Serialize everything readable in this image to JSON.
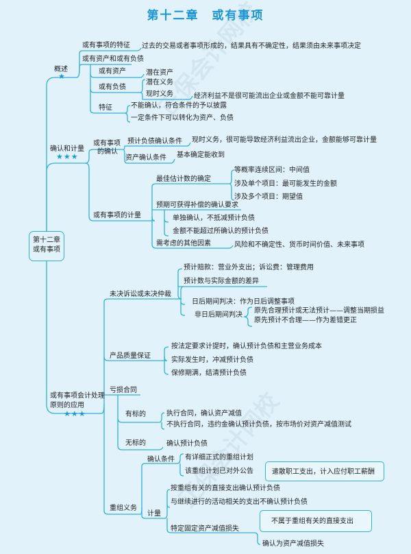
{
  "title": "第十二章　或有事项",
  "center_node": [
    "第十二章",
    "或有事项"
  ],
  "watermark": "正保会计网校 www.chinaacc.com",
  "overview": {
    "label": "概述",
    "stars": "★",
    "feature_label": "或有事项的特征",
    "feature_text": "过去的交易或者事项形成的，结果具有不确定性，结果须由未来事项决定",
    "ca_cl_label": "或有资产和或有负债",
    "ca_label": "或有资产",
    "ca_text": "潜在资产",
    "cl_label": "或有负债",
    "cl_potential": "潜在义务",
    "cl_present": "现时义务",
    "cl_present_text": "经济利益不是很可能流出企业或金额不能可靠计量",
    "trait_label": "特征",
    "trait_1": "不能确认，符合条件的予以披露",
    "trait_2": "一定条件下可以转化为资产、负债"
  },
  "recognition": {
    "label": "确认和计量",
    "stars": "★★★",
    "rec_label_1": "或有事项",
    "rec_label_2": "的确认",
    "liab_cond": "预计负债确认条件",
    "liab_cond_text": "现时义务，很可能导致经济利益流出企业，金额能够可靠计量",
    "asset_cond": "资产确认条件",
    "asset_cond_text": "基本确定能收到",
    "meas_label": "或有事项的计量",
    "best_est": "最佳估计数的确定",
    "best_1": "等概率连续区间：中间值",
    "best_2": "涉及单个项目：最可能发生的金额",
    "best_3": "涉及多个项目：期望值",
    "comp": "预期可获得补偿的确认要求",
    "comp_1": "单独确认，不抵减预计负债",
    "comp_2": "金额不能超过所确认的预计负债",
    "other": "需考虑的其他因素",
    "other_text": "风险和不确定性、货币时间价值、未来事项"
  },
  "application": {
    "label_1": "或有事项会计处理",
    "label_2": "原则的应用",
    "stars": "★★★",
    "lit": "未决诉讼或未决仲裁",
    "lit_1": "预计赔款：营业外支出；诉讼费：管理费用",
    "lit_2": "预计数与实际金额的差异",
    "lit_3": "日后期间判决：作为日后调整事项",
    "lit_4": "非日后期间判决",
    "lit_4a": "原先合理预计或无法预计——调整当期损益",
    "lit_4b": "原先预计不合理——作为差错更正",
    "warranty": "产品质量保证",
    "war_1": "按法定要求计提时，确认预计负债和主营业务成本",
    "war_2": "实际发生时，冲减预计负债",
    "war_3": "保修期满，结清预计负债",
    "onerous": "亏损合同",
    "with_subject": "有标的",
    "ws_1": "执行合同，确认资产减值",
    "ws_2": "不执行合同，违约金确认预计负债，按市场价对资产减值测试",
    "no_subject": "无标的",
    "ns_1": "确认预计负债",
    "restructure": "重组义务",
    "rc_label": "确认条件",
    "rc_1": "有详细正式的重组计划",
    "rc_2": "该重组计划已对外公告",
    "callout_1": "遣散职工支出，计入应付职工薪酬",
    "meas_label": "计量",
    "m_1": "按重组有关的直接支出确认预计负债",
    "m_2": "与继续进行的活动相关的支出不确认预计负债",
    "m_3": "特定固定资产减值损失",
    "callout_2": "不属于重组有关的直接支出",
    "m_3_text": "确认为资产减值损失"
  }
}
